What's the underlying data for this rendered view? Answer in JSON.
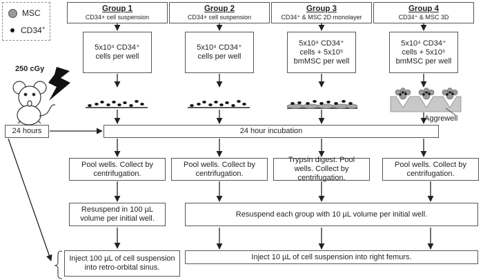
{
  "legend": {
    "msc_label": "MSC",
    "cd34_label": "CD34",
    "cd34_sup": "+"
  },
  "irradiation": {
    "dose": "250 cGy",
    "time": "24 hours"
  },
  "groups": [
    {
      "title": "Group 1",
      "desc": "CD34+ cell suspension",
      "cells": "5x10⁴ CD34⁺ cells per well",
      "culture": "suspension"
    },
    {
      "title": "Group 2",
      "desc": "CD34+ cell suspension",
      "cells": "5x10⁴ CD34⁺ cells per well",
      "culture": "suspension"
    },
    {
      "title": "Group 3",
      "desc": "CD34⁺ & MSC 2D monolayer",
      "cells": "5x10⁴ CD34⁺ cells + 5x10⁵ bmMSC per well",
      "culture": "2D monolayer"
    },
    {
      "title": "Group 4",
      "desc": "CD34⁺ & MSC 3D",
      "cells": "5x10⁴ CD34⁺ cells + 5x10⁵ bmMSC per well",
      "culture": "3D aggrewell"
    }
  ],
  "aggrewell_label": "Aggrewell",
  "incubation": "24 hour incubation",
  "collect": [
    "Pool wells. Collect by centrifugation.",
    "Pool wells. Collect by centrifugation.",
    "Trypsin digest. Pool wells. Collect by centrifugation.",
    "Pool wells. Collect by centrifugation."
  ],
  "resuspend": {
    "group1": "Resuspend in 100 µL volume per initial well.",
    "others": "Resuspend each group with 10 µL volume per initial well."
  },
  "inject": {
    "group1": "Inject 100 µL of cell suspension into retro-orbital sinus.",
    "others": "Inject 10 µL of cell suspension into right femurs."
  },
  "colors": {
    "msc_fill": "#9a9a9a",
    "cd34_fill": "#111111",
    "aggrewell_fill": "#c8c8c8",
    "line": "#222222"
  }
}
